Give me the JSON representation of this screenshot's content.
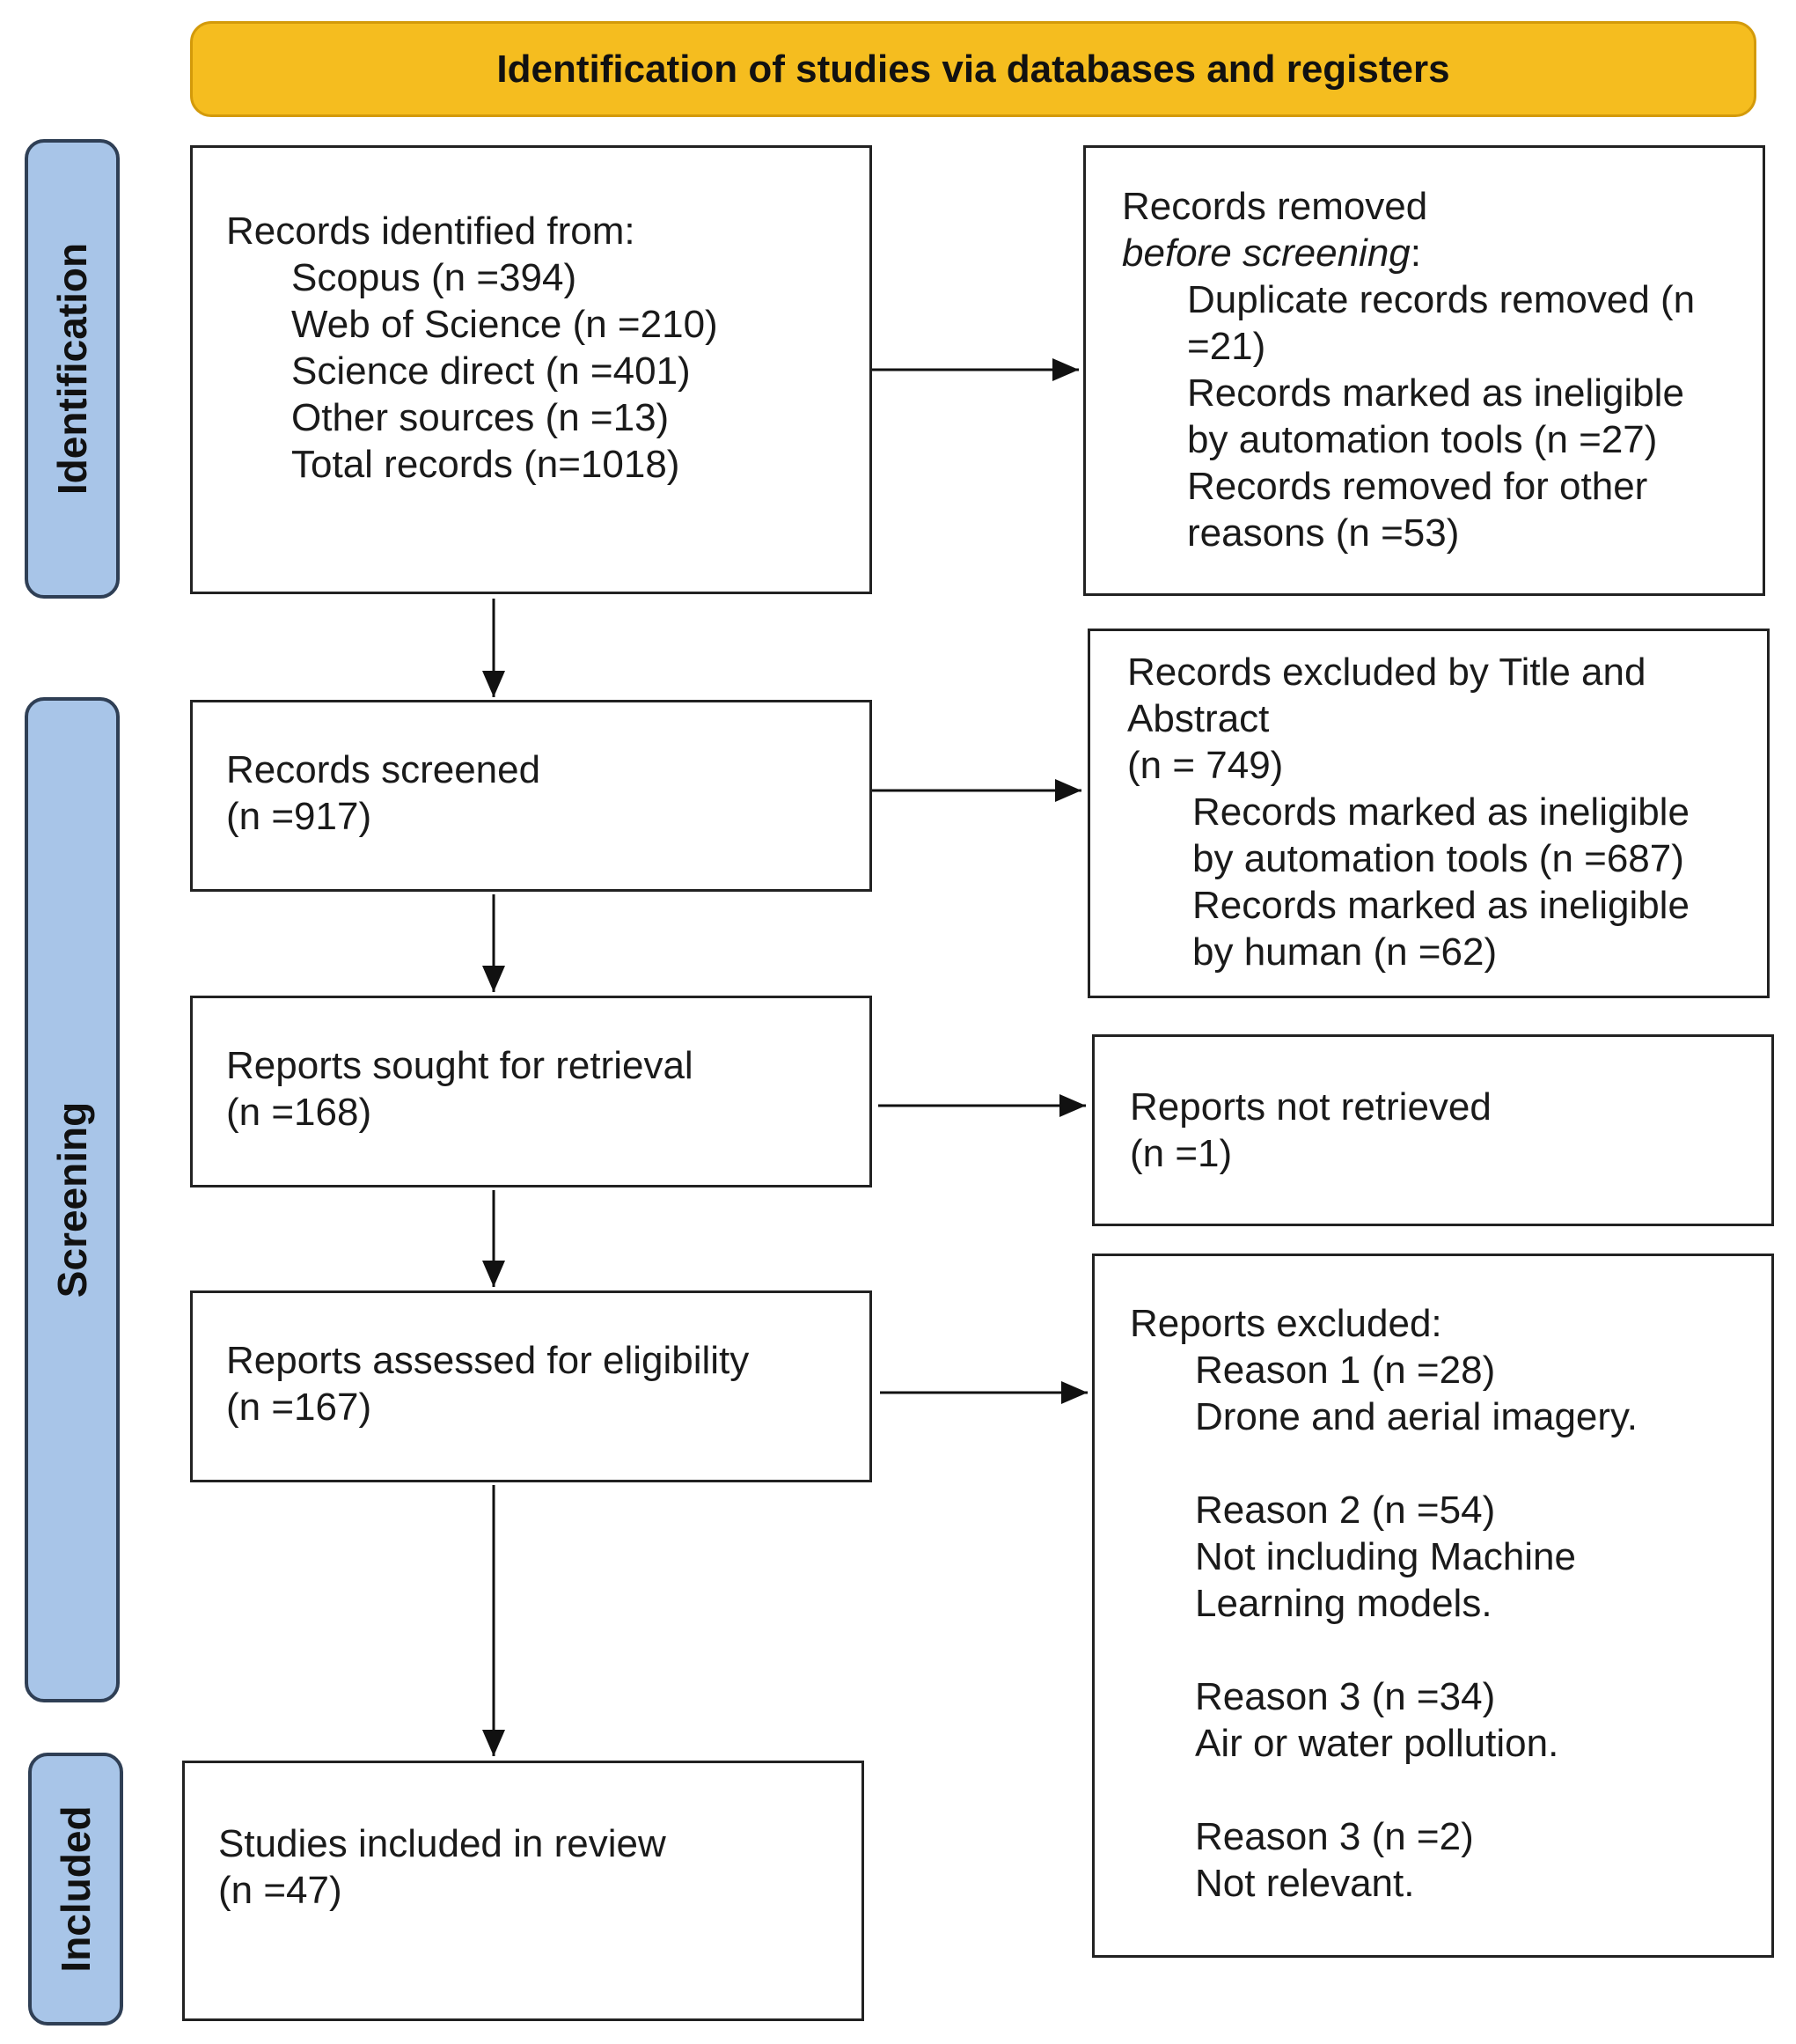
{
  "header": {
    "title": "Identification of studies via databases and registers"
  },
  "phases": {
    "identification": "Identification",
    "screening": "Screening",
    "included": "Included"
  },
  "records_identified": {
    "heading": "Records identified from:",
    "scopus": "Scopus (n =394)",
    "wos": "Web of Science (n =210)",
    "sciencedirect": "Science direct (n =401)",
    "other": "Other sources (n =13)",
    "total": "Total records (n=1018)"
  },
  "records_removed": {
    "heading_prefix": "Records removed ",
    "heading_em": "before screening",
    "heading_suffix": ":",
    "duplicate_1": "Duplicate records removed (n",
    "duplicate_2": "=21)",
    "automation_1": "Records marked as ineligible",
    "automation_2": "by automation tools (n =27)",
    "other_1": "Records removed for other",
    "other_2": "reasons (n =53)"
  },
  "records_screened": {
    "label": "Records screened",
    "count": "(n =917)"
  },
  "records_excluded": {
    "heading_1": "Records excluded by Title and",
    "heading_2": "Abstract",
    "count": "(n = 749)",
    "automation_1": "Records marked as ineligible",
    "automation_2": "by automation tools (n =687)",
    "human_1": "Records marked as ineligible",
    "human_2": "by human (n =62)"
  },
  "reports_sought": {
    "label": "Reports sought for retrieval",
    "count": "(n =168)"
  },
  "reports_not_retrieved": {
    "label": "Reports not retrieved",
    "count": "(n =1)"
  },
  "reports_assessed": {
    "label": "Reports assessed for eligibility",
    "count": "(n =167)"
  },
  "reports_excluded": {
    "heading": "Reports excluded:",
    "reason1_count": "Reason 1 (n =28)",
    "reason1_text": "Drone and aerial imagery.",
    "reason2_count": "Reason 2 (n =54)",
    "reason2_text_1": "Not including Machine",
    "reason2_text_2": "Learning models.",
    "reason3_count": "Reason 3 (n =34)",
    "reason3_text": "Air or water pollution.",
    "reason4_count": "Reason 3 (n =2)",
    "reason4_text": "Not relevant."
  },
  "studies_included": {
    "label": "Studies included in review",
    "count": "(n =47)"
  },
  "colors": {
    "header_fill": "#f5bd1f",
    "phase_fill": "#a8c5e8",
    "phase_border": "#2f3f55"
  }
}
